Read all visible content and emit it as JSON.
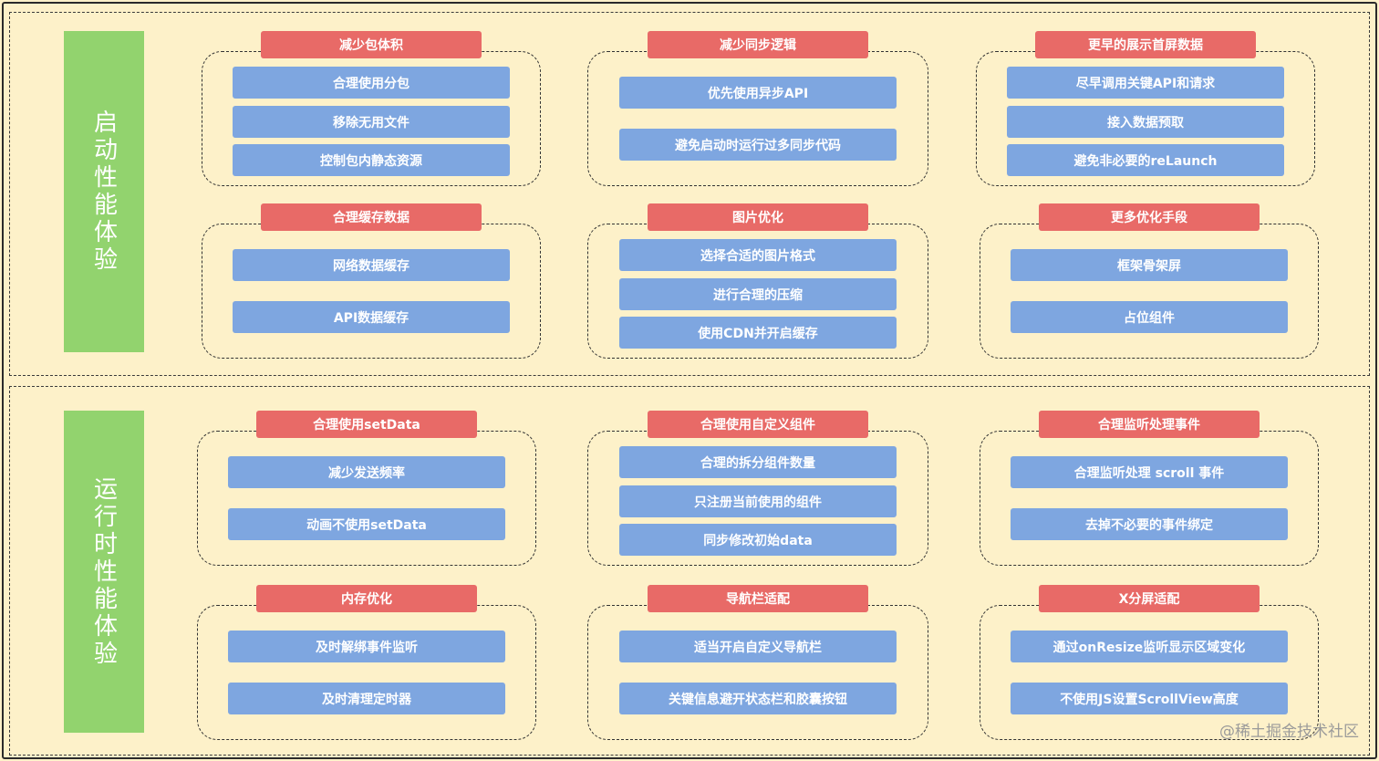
{
  "sections": [
    {
      "title": "启动性能体验",
      "groups": [
        {
          "title": "减少包体积",
          "items": [
            "合理使用分包",
            "移除无用文件",
            "控制包内静态资源"
          ]
        },
        {
          "title": "减少同步逻辑",
          "items": [
            "优先使用异步API",
            "避免启动时运行过多同步代码"
          ]
        },
        {
          "title": "更早的展示首屏数据",
          "items": [
            "尽早调用关键API和请求",
            "接入数据预取",
            "避免非必要的reLaunch"
          ]
        },
        {
          "title": "合理缓存数据",
          "items": [
            "网络数据缓存",
            "API数据缓存"
          ]
        },
        {
          "title": "图片优化",
          "items": [
            "选择合适的图片格式",
            "进行合理的压缩",
            "使用CDN并开启缓存"
          ]
        },
        {
          "title": "更多优化手段",
          "items": [
            "框架骨架屏",
            "占位组件"
          ]
        }
      ]
    },
    {
      "title": "运行时性能体验",
      "groups": [
        {
          "title": "合理使用setData",
          "items": [
            "减少发送频率",
            "动画不使用setData"
          ]
        },
        {
          "title": "合理使用自定义组件",
          "items": [
            "合理的拆分组件数量",
            "只注册当前使用的组件",
            "同步修改初始data"
          ]
        },
        {
          "title": "合理监听处理事件",
          "items": [
            "合理监听处理 scroll 事件",
            "去掉不必要的事件绑定"
          ]
        },
        {
          "title": "内存优化",
          "items": [
            "及时解绑事件监听",
            "及时清理定时器"
          ]
        },
        {
          "title": "导航栏适配",
          "items": [
            "适当开启自定义导航栏",
            "关键信息避开状态栏和胶囊按钮"
          ]
        },
        {
          "title": "X分屏适配",
          "items": [
            "通过onResize监听显示区域变化",
            "不使用JS设置ScrollView高度"
          ]
        }
      ]
    }
  ],
  "watermark": "@稀土掘金技术社区",
  "colors": {
    "background": "#fdf1c9",
    "sidebar": "#92d36e",
    "group_title": "#e86a67",
    "item": "#7ea6e0"
  }
}
